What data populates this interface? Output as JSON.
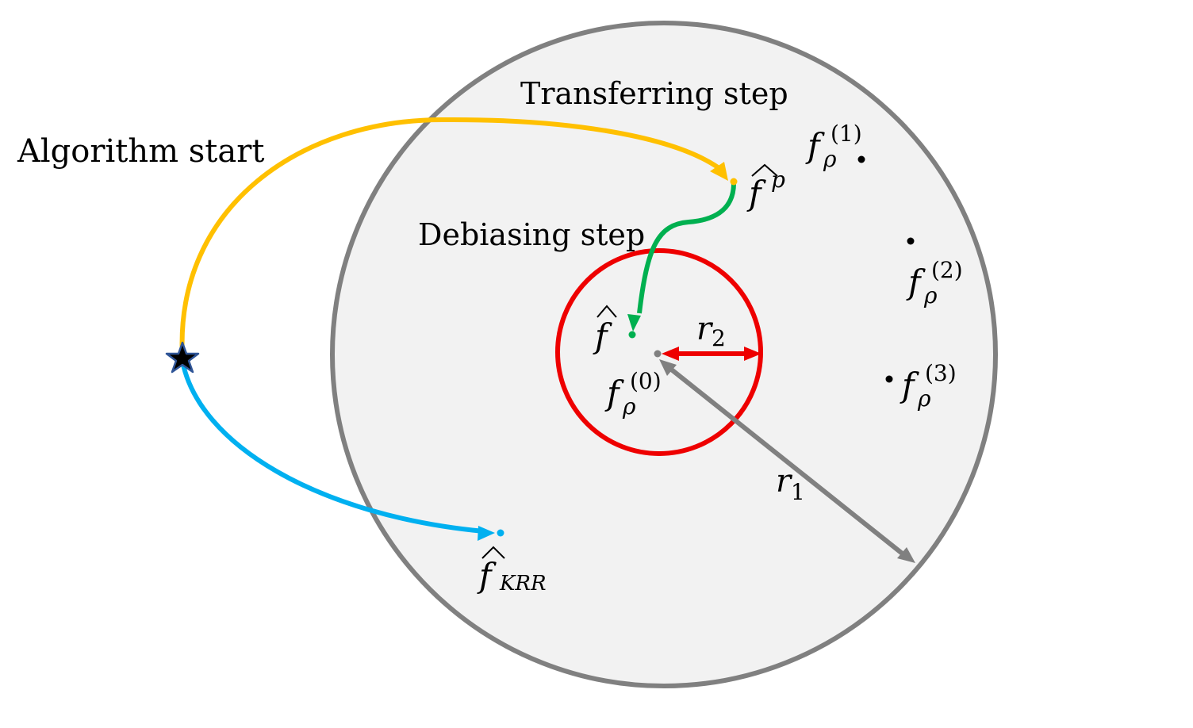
{
  "labels": {
    "algorithm_start": "Algorithm start",
    "transferring_step": "Transferring step",
    "debiasing_step": "Debiasing step"
  },
  "math": {
    "f_p_base": "f",
    "f_p_sup": "p",
    "f_hat_base": "f",
    "f_krr_base": "f",
    "f_krr_sub": "KRR",
    "f0_base": "f",
    "f0_sub": "ρ",
    "f0_sup": "(0)",
    "f1_base": "f",
    "f1_sub": "ρ",
    "f1_sup": "(1)",
    "f2_base": "f",
    "f2_sub": "ρ",
    "f2_sup": "(2)",
    "f3_base": "f",
    "f3_sub": "ρ",
    "f3_sup": "(3)",
    "r1_base": "r",
    "r1_sub": "1",
    "r2_base": "r",
    "r2_sub": "2"
  },
  "icons": {
    "start": "star-icon",
    "hat": "hat-accent"
  },
  "colors": {
    "outer_circle": "#808080",
    "outer_fill": "#f2f2f2",
    "inner_circle": "#ee0000",
    "transfer_arrow": "#ffc000",
    "debias_arrow": "#00b050",
    "krr_arrow": "#00b0f0",
    "radius_arrow": "#808080",
    "star_fill": "#000000",
    "star_stroke": "#2f5597"
  }
}
